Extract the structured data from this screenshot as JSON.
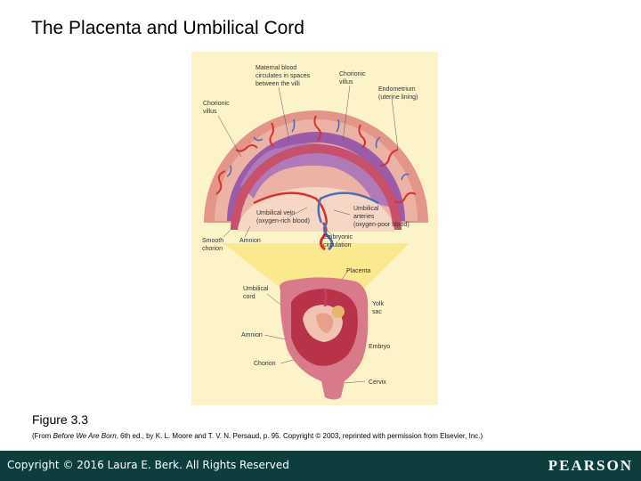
{
  "title": "The Placenta and Umbilical Cord",
  "figure": {
    "labels": {
      "maternal_blood_1": "Maternal blood",
      "maternal_blood_2": "circulates in spaces",
      "maternal_blood_3": "between the villi",
      "chorionic_villus_top_1": "Chorionic",
      "chorionic_villus_top_2": "villus",
      "endometrium_1": "Endometrium",
      "endometrium_2": "(uterine lining)",
      "chorionic_villus_left_1": "Chorionic",
      "chorionic_villus_left_2": "villus",
      "umbilical_vein_1": "Umbilical vein",
      "umbilical_vein_2": "(oxygen-rich blood)",
      "umbilical_arteries_1": "Umbilical",
      "umbilical_arteries_2": "arteries",
      "umbilical_arteries_3": "(oxygen-poor blood)",
      "smooth_chorion_1": "Smooth",
      "smooth_chorion_2": "chorion",
      "amnion_top": "Amnion",
      "embryonic_circulation_1": "Embryonic",
      "embryonic_circulation_2": "circulation",
      "placenta": "Placenta",
      "umbilical_cord_1": "Umbilical",
      "umbilical_cord_2": "cord",
      "yolk_sac_1": "Yolk",
      "yolk_sac_2": "sac",
      "amnion_bottom": "Amnion",
      "embryo": "Embryo",
      "chorion": "Chorion",
      "cervix": "Cervix"
    },
    "colors": {
      "background": "#fdf3c9",
      "maternal_tissue": "#e3958a",
      "placenta_purple": "#9b5ba8",
      "artery_red": "#d8312a",
      "vein_blue": "#4a6fb8",
      "uterus": "#d97a8a"
    }
  },
  "caption": "Figure 3.3",
  "source": {
    "prefix": "(From ",
    "book": "Before We Are Born",
    "suffix": ", 6th ed., by K. L. Moore and T. V. N. Persaud, p. 95. Copyright © 2003, reprinted with permission from Elsevier, Inc.)"
  },
  "footer": {
    "copyright": "Copyright © 2016 Laura E. Berk. All Rights Reserved",
    "logo": "PEARSON",
    "background": "#0d3d3d"
  }
}
